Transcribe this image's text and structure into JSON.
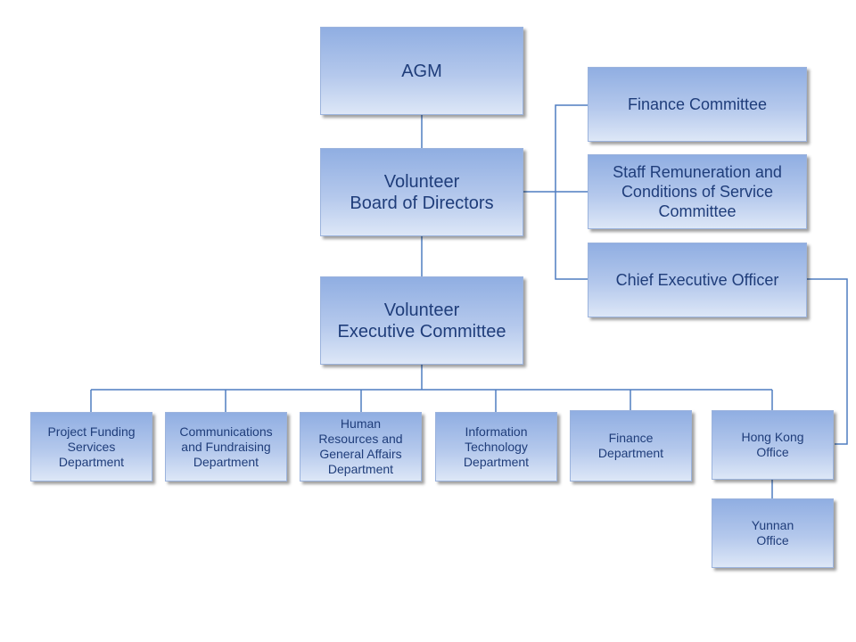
{
  "nodes": {
    "agm": "AGM",
    "board": "Volunteer\nBoard of Directors",
    "exec_committee": "Volunteer\nExecutive Committee",
    "finance_committee": "Finance Committee",
    "staff_committee": "Staff Remuneration and\nConditions of Service\nCommittee",
    "ceo": "Chief Executive Officer",
    "project_funding": "Project Funding\nServices\nDepartment",
    "communications": "Communications\nand Fundraising\nDepartment",
    "human_resources": "Human\nResources and\nGeneral Affairs\nDepartment",
    "information_technology": "Information\nTechnology\nDepartment",
    "finance_department": "Finance\nDepartment",
    "hong_kong_office": "Hong Kong\nOffice",
    "yunnan_office": "Yunnan\nOffice"
  },
  "colors": {
    "connector": "#4f7dc0",
    "text": "#1f3d7a",
    "box_top": "#90aee2",
    "box_bottom": "#dde7f7"
  }
}
